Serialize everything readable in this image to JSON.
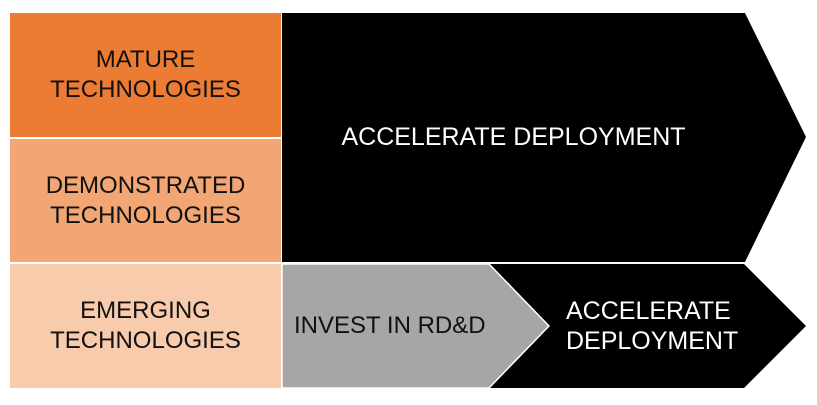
{
  "categories": [
    {
      "id": "mature",
      "line1": "MATURE",
      "line2": "TECHNOLOGIES",
      "color": "#ec7c33"
    },
    {
      "id": "demonstrated",
      "line1": "DEMONSTRATED",
      "line2": "TECHNOLOGIES",
      "color": "#f2a673"
    },
    {
      "id": "emerging",
      "line1": "EMERGING",
      "line2": "TECHNOLOGIES",
      "color": "#f7cbab"
    }
  ],
  "arrows": {
    "top": {
      "label": "ACCELERATE DEPLOYMENT",
      "color": "#000000"
    },
    "invest": {
      "label": "INVEST IN RD&D",
      "color": "#a6a6a6"
    },
    "bottom": {
      "line1": "ACCELERATE",
      "line2": "DEPLOYMENT",
      "color": "#000000"
    }
  }
}
